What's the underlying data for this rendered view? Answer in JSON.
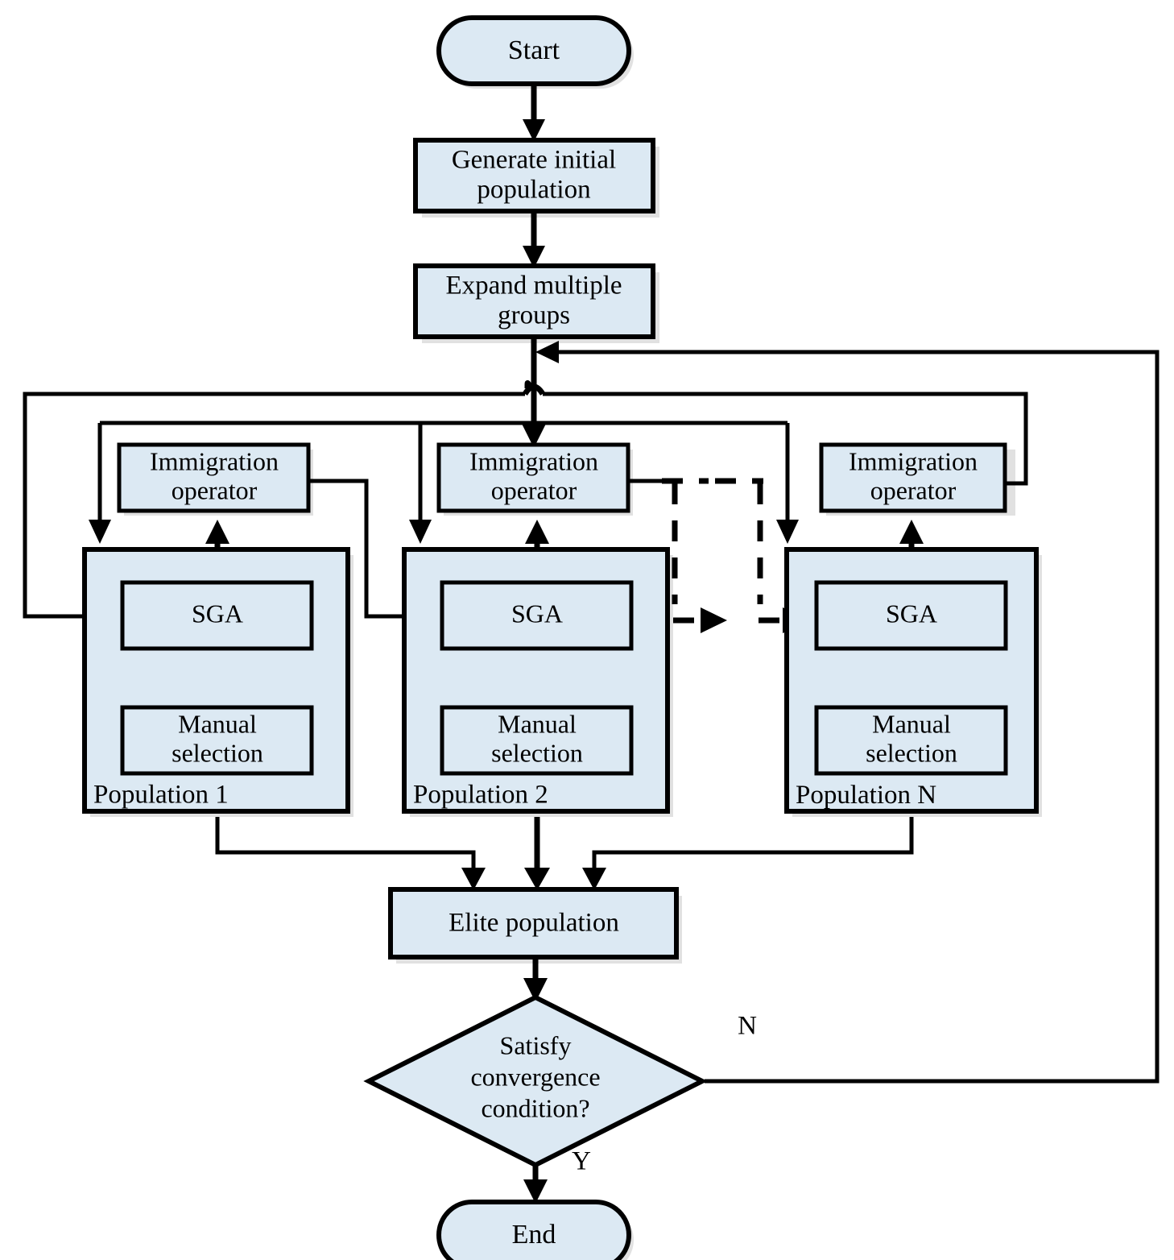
{
  "diagram": {
    "title_present": false,
    "colors": {
      "node_fill": "#dce9f3",
      "stroke": "#000000",
      "background": "#ffffff",
      "shadow": "#c9c9c9"
    },
    "nodes": {
      "start": {
        "label": "Start",
        "shape": "rounded-terminator"
      },
      "generate_initial": {
        "label_line1": "Generate initial",
        "label_line2": "population",
        "shape": "rectangle"
      },
      "expand_groups": {
        "label_line1": "Expand multiple",
        "label_line2": "groups",
        "shape": "rectangle"
      },
      "elite_population": {
        "label": "Elite population",
        "shape": "rectangle"
      },
      "decision": {
        "label_line1": "Satisfy",
        "label_line2": "convergence",
        "label_line3": "condition?",
        "shape": "diamond"
      },
      "end": {
        "label": "End",
        "shape": "rounded-terminator"
      }
    },
    "groups": [
      {
        "id": "population-1",
        "caption": "Population 1",
        "caption_italic_part": "",
        "immigration_label_line1": "Immigration",
        "immigration_label_line2": "operator",
        "sga_label": "SGA",
        "manual_label_line1": "Manual",
        "manual_label_line2": "selection"
      },
      {
        "id": "population-2",
        "caption": "Population 2",
        "caption_italic_part": "",
        "immigration_label_line1": "Immigration",
        "immigration_label_line2": "operator",
        "sga_label": "SGA",
        "manual_label_line1": "Manual",
        "manual_label_line2": "selection"
      },
      {
        "id": "population-n",
        "caption": "Population",
        "caption_italic_part": "N",
        "immigration_label_line1": "Immigration",
        "immigration_label_line2": "operator",
        "sga_label": "SGA",
        "manual_label_line1": "Manual",
        "manual_label_line2": "selection"
      }
    ],
    "edge_labels": {
      "decision_no": "N",
      "decision_yes": "Y"
    },
    "ellipsis": {
      "style": "dashed",
      "meaning": "more populations between Population 2 and Population N"
    }
  }
}
